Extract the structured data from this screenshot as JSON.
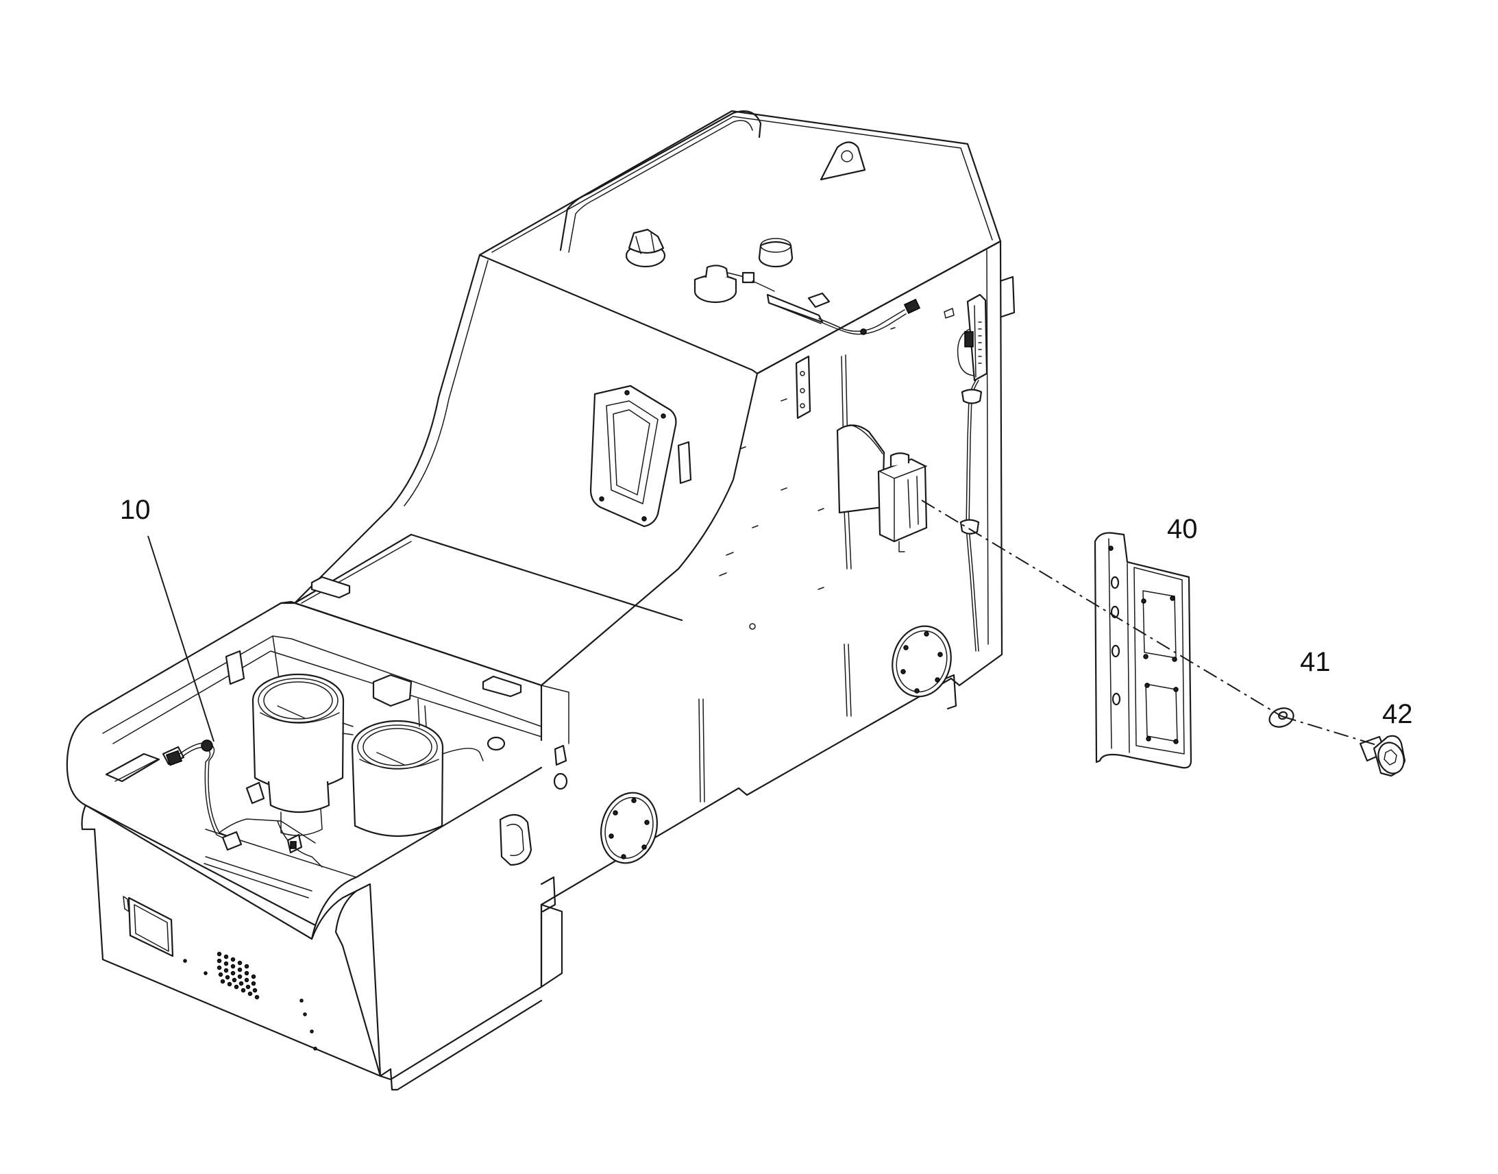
{
  "callouts": [
    {
      "id": "callout-10",
      "label": "10"
    },
    {
      "id": "callout-40",
      "label": "40"
    },
    {
      "id": "callout-41",
      "label": "41"
    },
    {
      "id": "callout-42",
      "label": "42"
    }
  ],
  "colors": {
    "line": "#1a1a1a",
    "background": "#ffffff"
  }
}
